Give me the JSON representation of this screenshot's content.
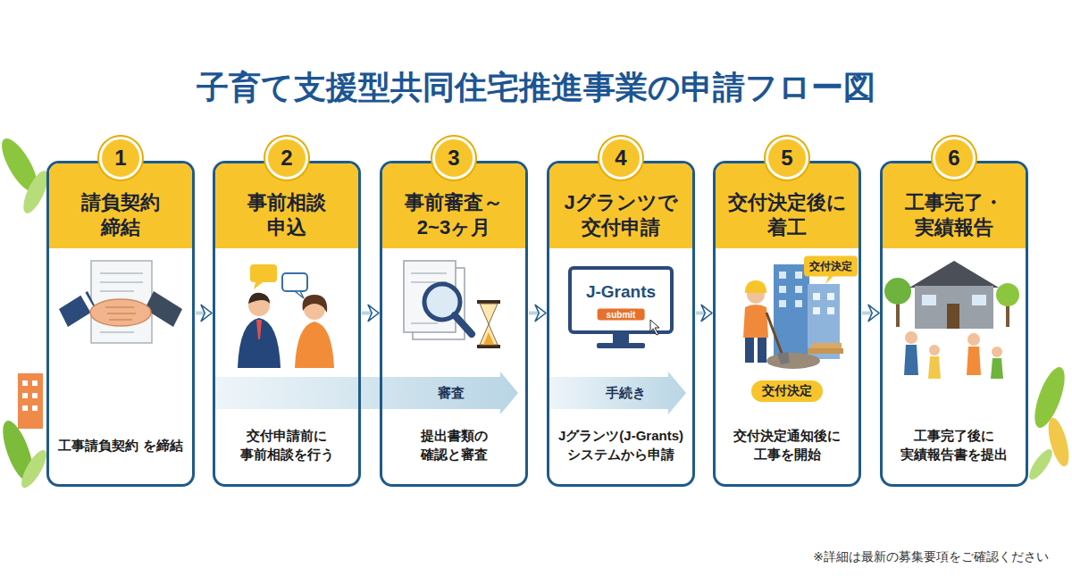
{
  "diagram": {
    "title": "子育て支援型共同住宅推進事業の申請フロー図",
    "caption": "※詳細は最新の募集要項をご確認ください",
    "nodes": [
      {
        "text": [
          "請負契約 締結",
          "工事請負契約 を締結"
        ]
      },
      {
        "text": [
          "1"
        ],
        "in": 0
      },
      {
        "text": [
          "事前相談 申込",
          "交付申請前に 事前相談を行う"
        ]
      },
      {
        "text": [
          "2"
        ],
        "in": 2
      },
      {
        "text": [
          "事前審査～ 2~3ヶ月",
          "提出書類の 確認と審査"
        ]
      },
      {
        "text": [
          "3"
        ],
        "in": 4
      },
      {
        "text": [
          "Jグランツで 交付申請",
          "Jグランツ(J-Grants) システムから申請"
        ]
      },
      {
        "text": [
          "4"
        ],
        "in": 6
      },
      {
        "text": [
          "交付決定後に 着工",
          "交付決定通知後に 工事を開始"
        ]
      },
      {
        "text": [
          "5"
        ],
        "in": 8
      },
      {
        "text": [
          "工事完了・ 実績報告",
          "工事完了後に 実績報告書を提出"
        ]
      },
      {
        "text": [
          "6"
        ],
        "in": 10
      }
    ],
    "edges": [
      {
        "from": 0,
        "to": 2,
        "arrow": "to"
      },
      {
        "from": 2,
        "to": 4,
        "arrow": "to"
      },
      {
        "from": 4,
        "to": 6,
        "arrow": "to"
      },
      {
        "from": 6,
        "to": 8,
        "arrow": "to"
      },
      {
        "from": 8,
        "to": 10,
        "arrow": "to"
      }
    ],
    "labels": [
      "審査",
      "手続き",
      "J-Grants",
      "submit",
      "交付決定",
      "交付決定"
    ]
  }
}
